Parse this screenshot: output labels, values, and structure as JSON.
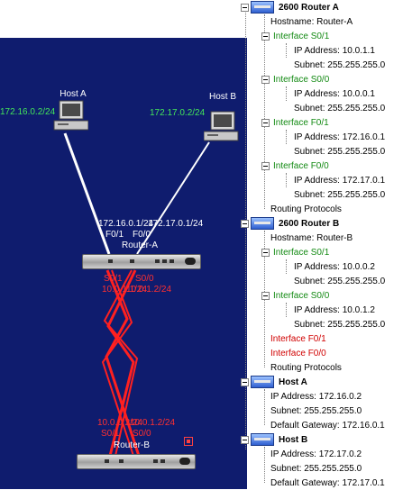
{
  "colors": {
    "canvas_bg": "#0f1c6e",
    "host_link": "#ffffff",
    "serial_link": "#ff2020",
    "network_label": "#44e65a",
    "interface_up": "#138a13",
    "interface_down": "#d00000"
  },
  "diagram": {
    "hosts": [
      {
        "name": "Host A",
        "network": "172.16.0.2/24"
      },
      {
        "name": "Host B",
        "network": "172.17.0.2/24"
      }
    ],
    "routers": [
      {
        "name": "Router-A"
      },
      {
        "name": "Router-B"
      }
    ],
    "router_a_ip_left": "172.16.0.1/24",
    "router_a_ip_right": "172.17.0.1/24",
    "router_a_port_left": "F0/1",
    "router_a_port_right": "F0/0",
    "router_a_s01": "S0/1",
    "router_a_s00": "S0/0",
    "router_a_s01_ip": "10.0.1.1/24",
    "router_a_s00_ip": "10.0.1.2/24",
    "router_b_s01_ip": "10.0.0.2/24",
    "router_b_s00_ip": "10.0.1.2/24",
    "router_b_s01": "S0/1",
    "router_b_s00": "S0/0"
  },
  "tree": {
    "router_a": {
      "title": "2600 Router A",
      "hostname": "Hostname: Router-A",
      "interfaces": [
        {
          "name": "Interface S0/1",
          "ip": "IP Address: 10.0.1.1",
          "subnet": "Subnet: 255.255.255.0"
        },
        {
          "name": "Interface S0/0",
          "ip": "IP Address: 10.0.0.1",
          "subnet": "Subnet: 255.255.255.0"
        },
        {
          "name": "Interface F0/1",
          "ip": "IP Address: 172.16.0.1",
          "subnet": "Subnet: 255.255.255.0"
        },
        {
          "name": "Interface F0/0",
          "ip": "IP Address: 172.17.0.1",
          "subnet": "Subnet: 255.255.255.0"
        }
      ],
      "routing": "Routing Protocols"
    },
    "router_b": {
      "title": "2600 Router B",
      "hostname": "Hostname: Router-B",
      "interfaces": [
        {
          "name": "Interface S0/1",
          "ip": "IP Address: 10.0.0.2",
          "subnet": "Subnet: 255.255.255.0"
        },
        {
          "name": "Interface S0/0",
          "ip": "IP Address: 10.0.1.2",
          "subnet": "Subnet: 255.255.255.0"
        }
      ],
      "unconfigured": [
        "Interface F0/1",
        "Interface F0/0"
      ],
      "routing": "Routing Protocols"
    },
    "host_a": {
      "title": "Host A",
      "ip": "IP Address: 172.16.0.2",
      "subnet": "Subnet: 255.255.255.0",
      "gateway": "Default Gateway: 172.16.0.1"
    },
    "host_b": {
      "title": "Host B",
      "ip": "IP Address: 172.17.0.2",
      "subnet": "Subnet: 255.255.255.0",
      "gateway": "Default Gateway: 172.17.0.1"
    }
  }
}
